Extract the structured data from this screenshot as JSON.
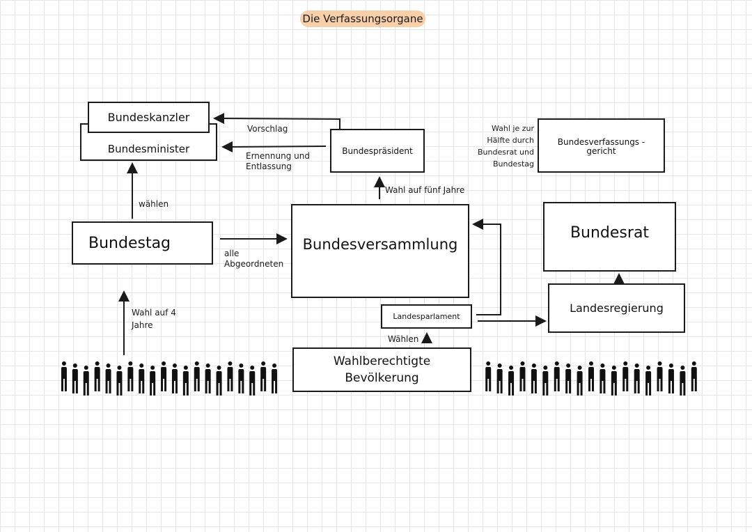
{
  "title": "Die Verfassungsorgane",
  "organs": {
    "bundeskanzler": "Bundeskanzler",
    "bundesminister": "Bundesminister",
    "bundespraesident": "Bundespräsident",
    "bundesverfassungsgericht": "Bundesverfassungs - gericht",
    "bundestag": "Bundestag",
    "bundesversammlung": "Bundesversammlung",
    "bundesrat": "Bundesrat",
    "landesparlament": "Landesparlament",
    "landesregierung": "Landesregierung",
    "bevoelkerung": "Wahlberechtigte Bevölkerung"
  },
  "labels": {
    "vorschlag": "Vorschlag",
    "ernennung": "Ernennung und Entlassung",
    "waehlen_kanzler": "wählen",
    "wahl_fuenf_jahre": "Wahl auf fünf Jahre",
    "wahl_bverfg": "Wahl je zur Hälfte durch Bundesrat und Bundestag",
    "alle_abgeordneten": "alle Abgeordneten",
    "wahl_vier_jahre": "Wahl auf 4 Jahre",
    "waehlen_land": "Wählen"
  },
  "colors": {
    "title_highlight": "#f7cfa8",
    "ink": "#1a1a1a"
  }
}
